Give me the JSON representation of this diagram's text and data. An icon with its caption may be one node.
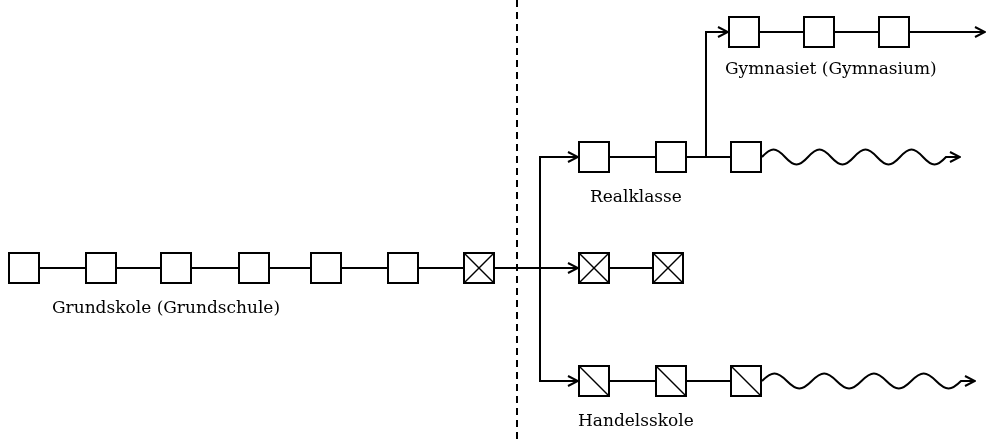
{
  "diagram": {
    "nodes": [
      {
        "text": [],
        "shape": "box"
      },
      {
        "text": [],
        "shape": "box"
      },
      {
        "text": [],
        "shape": "box"
      },
      {
        "text": [],
        "shape": "box"
      },
      {
        "text": [],
        "shape": "box"
      },
      {
        "text": [],
        "shape": "box"
      },
      {
        "text": [],
        "shape": "crossbox"
      },
      {
        "text": [],
        "shape": "box"
      },
      {
        "text": [],
        "shape": "box"
      },
      {
        "text": [],
        "shape": "box"
      },
      {
        "text": [],
        "shape": "box"
      },
      {
        "text": [],
        "shape": "box"
      },
      {
        "text": [],
        "shape": "box"
      },
      {
        "text": [],
        "shape": "crossbox"
      },
      {
        "text": [],
        "shape": "crossbox"
      },
      {
        "text": [],
        "shape": "slashbox"
      },
      {
        "text": [],
        "shape": "slashbox"
      },
      {
        "text": [],
        "shape": "slashbox"
      }
    ],
    "edges": [
      {
        "from": 0,
        "to": 1,
        "arrow": "none"
      },
      {
        "from": 1,
        "to": 2,
        "arrow": "none"
      },
      {
        "from": 2,
        "to": 3,
        "arrow": "none"
      },
      {
        "from": 3,
        "to": 4,
        "arrow": "none"
      },
      {
        "from": 4,
        "to": 5,
        "arrow": "none"
      },
      {
        "from": 5,
        "to": 6,
        "arrow": "none"
      },
      {
        "from": 6,
        "to": 10,
        "arrow": "to"
      },
      {
        "from": 6,
        "to": 13,
        "arrow": "to"
      },
      {
        "from": 6,
        "to": 15,
        "arrow": "to"
      },
      {
        "from": 10,
        "to": 11,
        "arrow": "none"
      },
      {
        "from": 11,
        "to": 12,
        "arrow": "none"
      },
      {
        "from": 11,
        "to": 7,
        "arrow": "to"
      },
      {
        "from": 7,
        "to": 8,
        "arrow": "none"
      },
      {
        "from": 8,
        "to": 9,
        "arrow": "none"
      },
      {
        "from": 9,
        "to": null,
        "arrow": "to"
      },
      {
        "from": 12,
        "to": null,
        "arrow": "to"
      },
      {
        "from": 13,
        "to": 14,
        "arrow": "none"
      },
      {
        "from": 15,
        "to": 16,
        "arrow": "none"
      },
      {
        "from": 16,
        "to": 17,
        "arrow": "none"
      },
      {
        "from": 17,
        "to": null,
        "arrow": "to"
      }
    ],
    "labels": [
      "Gymnasiet (Gymnasium)",
      "Realklasse",
      "Grundskole (Grundschule)",
      "Handelsskole"
    ]
  }
}
